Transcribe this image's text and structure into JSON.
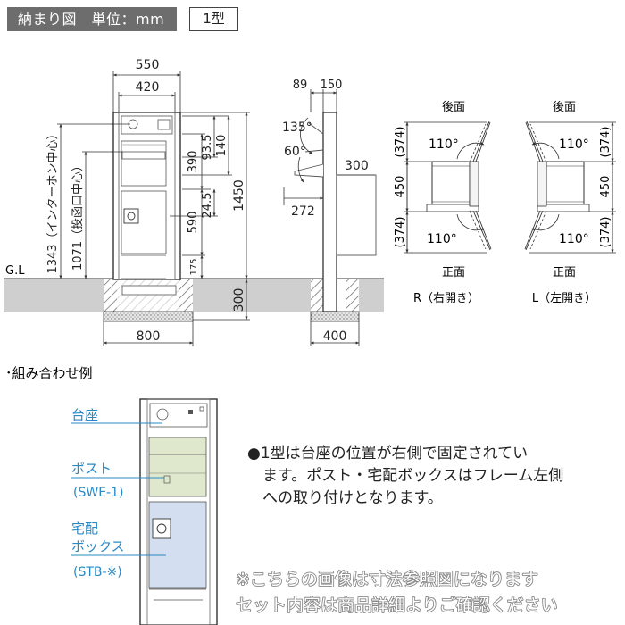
{
  "header": {
    "title": "納まり図　単位：mm",
    "type_label": "1型"
  },
  "front_view": {
    "dim_top_outer": "550",
    "dim_top_inner": "420",
    "dim_390": "390",
    "dim_93_5": "93.5",
    "dim_140": "140",
    "dim_590": "590",
    "dim_24_5": "24.5",
    "dim_175": "175",
    "dim_1450": "1450",
    "dim_300": "300",
    "dim_bottom": "800",
    "interphone_center": "1343（インターホン中心）",
    "slot_center": "1071（投函口中心）",
    "ground_label": "G.L"
  },
  "side_view": {
    "dim_89": "89",
    "dim_150": "150",
    "angle_135": "135°",
    "angle_60": "60°",
    "dim_272": "272",
    "dim_300": "300",
    "dim_bottom": "400"
  },
  "plan_right": {
    "top_label": "後面",
    "bottom_label": "正面",
    "caption": "R（右開き）",
    "angle_top": "110°",
    "angle_bottom": "110°",
    "dim_top": "(374)",
    "dim_mid": "450",
    "dim_bot": "(374)"
  },
  "plan_left": {
    "top_label": "後面",
    "bottom_label": "正面",
    "caption": "L（左開き）",
    "angle_top": "110°",
    "angle_bottom": "110°",
    "dim_top": "(374)",
    "dim_mid": "450",
    "dim_bot": "(374)"
  },
  "combo": {
    "heading": "･組み合わせ例",
    "label_base": "台座",
    "label_post": "ポスト",
    "label_post_model": "(SWE-1)",
    "label_box_1": "宅配",
    "label_box_2": "ボックス",
    "label_box_model": "(STB-※)"
  },
  "note": {
    "line1": "●1型は台座の位置が右側で固定されてい",
    "line2": "ます。ポスト・宅配ボックスはフレーム左側",
    "line3": "への取り付けとなります。"
  },
  "disclaimer": {
    "line1": "※こちらの画像は寸法参照図になります",
    "line2": "セット内容は商品詳細よりご確認ください"
  },
  "colors": {
    "label_blue": "#2a8ac4",
    "post_fill": "#dfe8cc",
    "box_fill": "#d3dff0",
    "dim_line": "#333333",
    "ground_hatch": "#555555"
  }
}
